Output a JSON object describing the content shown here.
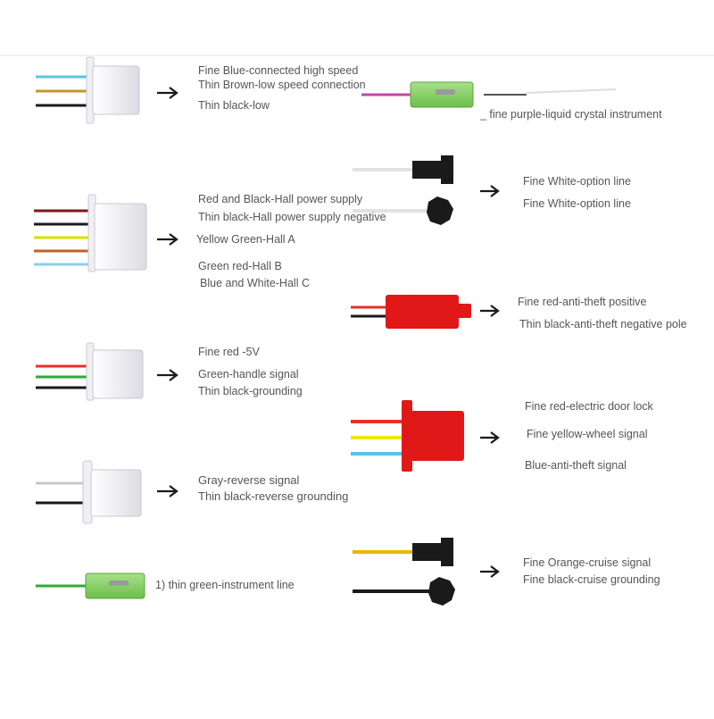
{
  "colors": {
    "blue": "#5bc2e7",
    "brown": "#c8962e",
    "black": "#1a1a1a",
    "red": "#e8302a",
    "yellow": "#f2e600",
    "green": "#2eaa3a",
    "gray": "#bfbfbf",
    "white": "#ececec",
    "purple": "#c048a8",
    "orange": "#e8b800",
    "connector_white": "#f4f4f6",
    "connector_red": "#e01818",
    "connector_green": "#8ed16a",
    "text": "#555555"
  },
  "groups": {
    "speed": {
      "labels": [
        "Fine Blue-connected high speed",
        "Thin Brown-low speed connection",
        "Thin black-low"
      ]
    },
    "instrument_lcd": {
      "labels": [
        "_ fine purple-liquid crystal instrument"
      ]
    },
    "option": {
      "labels": [
        "Fine White-option line",
        "Fine White-option line"
      ]
    },
    "hall": {
      "labels": [
        "Red and Black-Hall power supply",
        "Thin black-Hall power supply negative",
        "Yellow Green-Hall A",
        "Green red-Hall B",
        "Blue and White-Hall C"
      ]
    },
    "anti_theft": {
      "labels": [
        "Fine red-anti-theft positive",
        "Thin black-anti-theft negative pole"
      ]
    },
    "handle": {
      "labels": [
        "Fine red -5V",
        "Green-handle signal",
        "Thin black-grounding"
      ]
    },
    "door_lock": {
      "labels": [
        "Fine red-electric door lock",
        "Fine yellow-wheel signal",
        "Blue-anti-theft signal"
      ]
    },
    "reverse": {
      "labels": [
        "Gray-reverse signal",
        "Thin black-reverse grounding"
      ]
    },
    "instrument_line": {
      "labels": [
        "1) thin green-instrument line"
      ]
    },
    "cruise": {
      "labels": [
        "Fine Orange-cruise signal",
        "Fine black-cruise grounding"
      ]
    }
  }
}
